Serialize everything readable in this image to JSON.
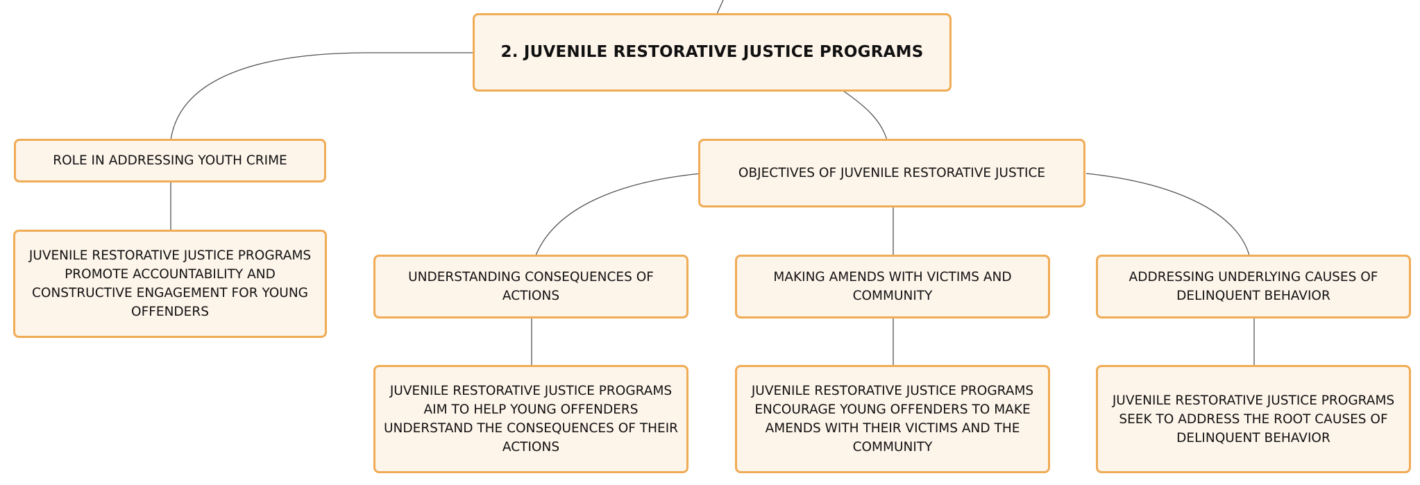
{
  "colors": {
    "node_fill": "#fdf4ea",
    "node_border": "#f0ab55",
    "connector": "#555555",
    "text": "#111111"
  },
  "nodes": {
    "root": "2. JUVENILE RESTORATIVE JUSTICE PROGRAMS",
    "role": "ROLE IN ADDRESSING YOUTH CRIME",
    "role_detail": "JUVENILE RESTORATIVE JUSTICE PROGRAMS PROMOTE ACCOUNTABILITY AND CONSTRUCTIVE ENGAGEMENT FOR YOUNG OFFENDERS",
    "objectives": "OBJECTIVES OF JUVENILE RESTORATIVE JUSTICE",
    "obj_understanding": "UNDERSTANDING CONSEQUENCES OF ACTIONS",
    "obj_understanding_detail": "JUVENILE RESTORATIVE JUSTICE PROGRAMS AIM TO HELP YOUNG OFFENDERS UNDERSTAND THE CONSEQUENCES OF THEIR ACTIONS",
    "obj_amends": "MAKING AMENDS WITH VICTIMS AND COMMUNITY",
    "obj_amends_detail": "JUVENILE RESTORATIVE JUSTICE PROGRAMS ENCOURAGE YOUNG OFFENDERS TO MAKE AMENDS WITH THEIR VICTIMS AND THE COMMUNITY",
    "obj_causes": "ADDRESSING UNDERLYING CAUSES OF DELINQUENT BEHAVIOR",
    "obj_causes_detail": "JUVENILE RESTORATIVE JUSTICE PROGRAMS SEEK TO ADDRESS THE ROOT CAUSES OF DELINQUENT BEHAVIOR"
  }
}
